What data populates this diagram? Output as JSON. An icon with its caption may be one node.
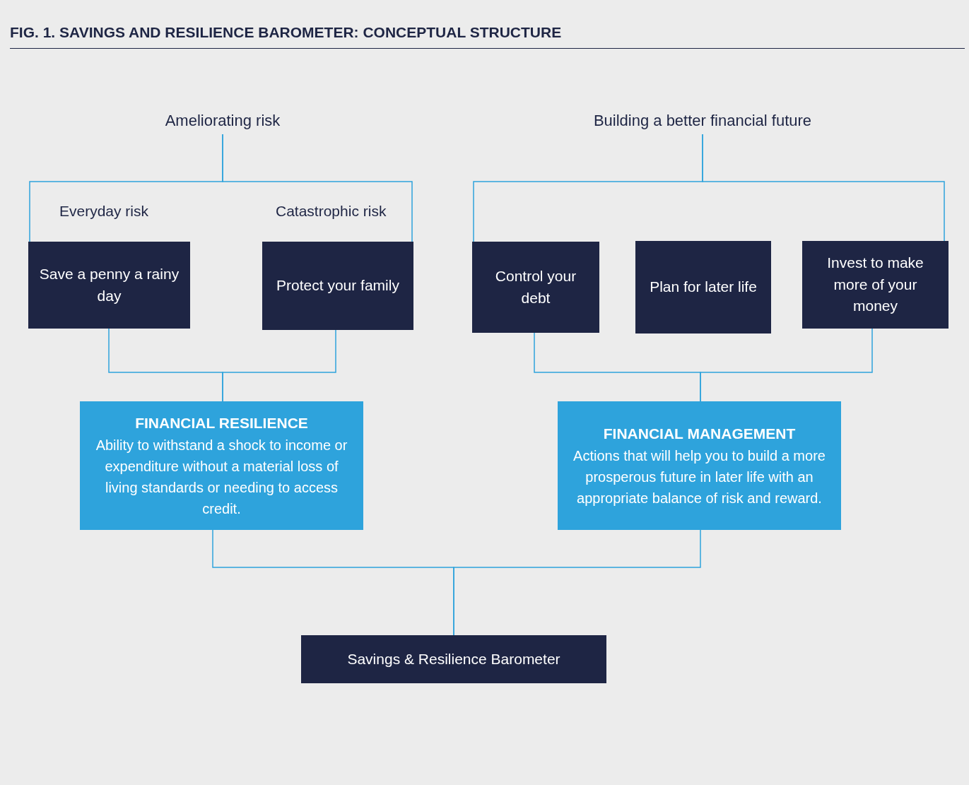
{
  "diagram": {
    "title": "FIG. 1. SAVINGS AND RESILIENCE BAROMETER: CONCEPTUAL STRUCTURE",
    "nodes": [
      {
        "text": [
          "Ameliorating risk"
        ]
      },
      {
        "text": [
          "Building a better financial future"
        ]
      },
      {
        "text": [
          "Save a penny a rainy day"
        ],
        "beside": [
          "Everyday risk"
        ]
      },
      {
        "text": [
          "Protect your family"
        ],
        "beside": [
          "Catastrophic risk"
        ]
      },
      {
        "text": [
          "Control your debt"
        ]
      },
      {
        "text": [
          "Plan for later life"
        ]
      },
      {
        "text": [
          "Invest to make more of your money"
        ]
      },
      {
        "text": [
          "FINANCIAL RESILIENCE",
          "Ability to withstand a shock to income or expenditure without a material loss of living standards or needing to access credit."
        ]
      },
      {
        "text": [
          "FINANCIAL MANAGEMENT",
          "Actions that will help you to build a more prosperous future in later life with an appropriate balance of risk and reward."
        ]
      },
      {
        "text": [
          "Savings & Resilience Barometer"
        ]
      }
    ],
    "edges": [
      {
        "from": 0,
        "to": 2,
        "arrow": "none"
      },
      {
        "from": 0,
        "to": 3,
        "arrow": "none"
      },
      {
        "from": 1,
        "to": 4,
        "arrow": "none"
      },
      {
        "from": 1,
        "to": 6,
        "arrow": "none"
      },
      {
        "from": 2,
        "to": 7,
        "arrow": "none"
      },
      {
        "from": 3,
        "to": 7,
        "arrow": "none"
      },
      {
        "from": 4,
        "to": 8,
        "arrow": "none"
      },
      {
        "from": 6,
        "to": 8,
        "arrow": "none"
      },
      {
        "from": 7,
        "to": 9,
        "arrow": "none"
      },
      {
        "from": 8,
        "to": 9,
        "arrow": "none"
      }
    ]
  }
}
